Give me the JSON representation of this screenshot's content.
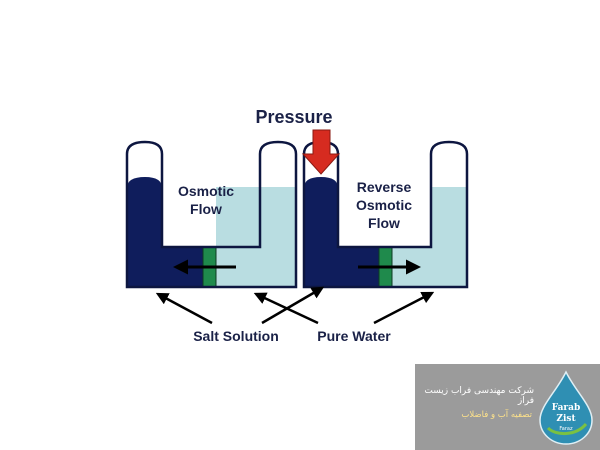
{
  "labels": {
    "pressure": "Pressure",
    "osmotic_flow_line1": "Osmotic",
    "osmotic_flow_line2": "Flow",
    "reverse_line1": "Reverse",
    "reverse_line2": "Osmotic",
    "reverse_line3": "Flow",
    "salt_solution": "Salt Solution",
    "pure_water": "Pure Water"
  },
  "watermark": {
    "company_name": "شرکت مهندسی فراب زیست فراز",
    "service": "تصفیه آب و فاضلاب",
    "logo_line1": "Farab",
    "logo_line2": "Zist",
    "logo_line3": "Faraz"
  },
  "colors": {
    "salt_solution": "#0f1d5c",
    "pure_water": "#b9dde1",
    "membrane": "#1f8a4c",
    "pressure_arrow": "#d62b20",
    "text": "#1a2147"
  }
}
